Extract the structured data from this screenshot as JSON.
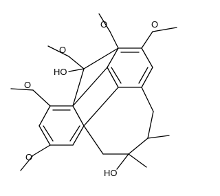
{
  "molecule": {
    "labels": {
      "ome_top_left": "O",
      "ome_top_right": "O",
      "ome_upper_mid": "O",
      "hydroxyl_bridge": "HO",
      "ome_mid_left": "O",
      "ome_lower_left": "O",
      "hydroxyl_bottom": "HO"
    }
  }
}
